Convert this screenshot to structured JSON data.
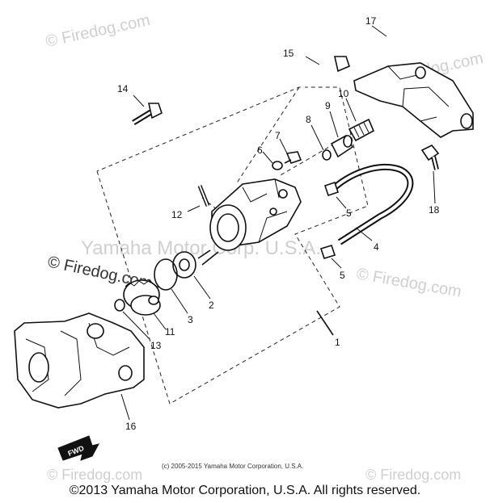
{
  "watermarks": {
    "top_left": "© Firedog.com",
    "top_right": "© Firedog.com",
    "left_dark": "© Firedog.com",
    "right_mid": "© Firedog.com",
    "center": "Yamaha Motor Corp. U.S.A.",
    "bottom_left": "© Firedog.com",
    "bottom_right": "© Firedog.com"
  },
  "inner_copyright": "(c) 2005-2015 Yamaha Motor Corporation, U.S.A.",
  "footer_copyright": "©2013 Yamaha Motor Corporation, U.S.A. All rights reserved.",
  "fwd_label": "FWD",
  "callouts": {
    "c1": "1",
    "c2": "2",
    "c3": "3",
    "c4": "4",
    "c5a": "5",
    "c5b": "5",
    "c6": "6",
    "c7": "7",
    "c8": "8",
    "c9": "9",
    "c10": "10",
    "c11": "11",
    "c12": "12",
    "c13": "13",
    "c14": "14",
    "c15": "15",
    "c16": "16",
    "c17": "17",
    "c18": "18"
  }
}
